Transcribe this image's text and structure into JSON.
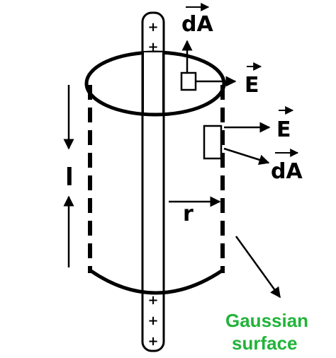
{
  "labels": {
    "dA_top": "dA",
    "E_top": "E",
    "E_side": "E",
    "dA_side": "dA",
    "length": "l",
    "radius": "r",
    "gaussian_line1": "Gaussian",
    "gaussian_line2": "surface"
  },
  "charges": {
    "symbol": "+",
    "top": [
      "+",
      "+"
    ],
    "bottom": [
      "+",
      "+",
      "+"
    ]
  },
  "colors": {
    "ink": "#000000",
    "label_accent": "#22b33a",
    "background": "#ffffff"
  }
}
